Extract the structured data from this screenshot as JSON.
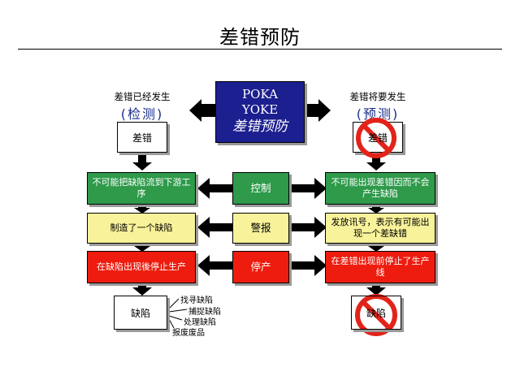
{
  "title": "差错预防",
  "center": {
    "line1": "POKA",
    "line2": "YOKE",
    "line3": "差错预防"
  },
  "left": {
    "heading": "差错已经发生",
    "paren": "(检测)",
    "top_box": "差错",
    "bottom_box": "缺陷"
  },
  "right": {
    "heading": "差错将要发生",
    "paren": "(预测)",
    "top_box": "差错",
    "bottom_box": "缺陷"
  },
  "rows": [
    {
      "left": "不可能把缺陷流到下游工序",
      "middle": "控制",
      "right": "不可能出现差错因而不会产生缺陷",
      "color": "#2e9a4a"
    },
    {
      "left": "制造了一个缺陷",
      "middle": "警报",
      "right": "发放讯号，表示有可能出现一个差缺错",
      "color": "#f8f29a"
    },
    {
      "left": "在缺陷出现後停止生产",
      "middle": "停产",
      "right": "在差错出现前停止了生产线",
      "color": "#ee1c0e"
    }
  ],
  "left_bottom_notes": [
    "找寻缺陷",
    "捕捉缺陷",
    "处理缺陷",
    "报废废品"
  ]
}
